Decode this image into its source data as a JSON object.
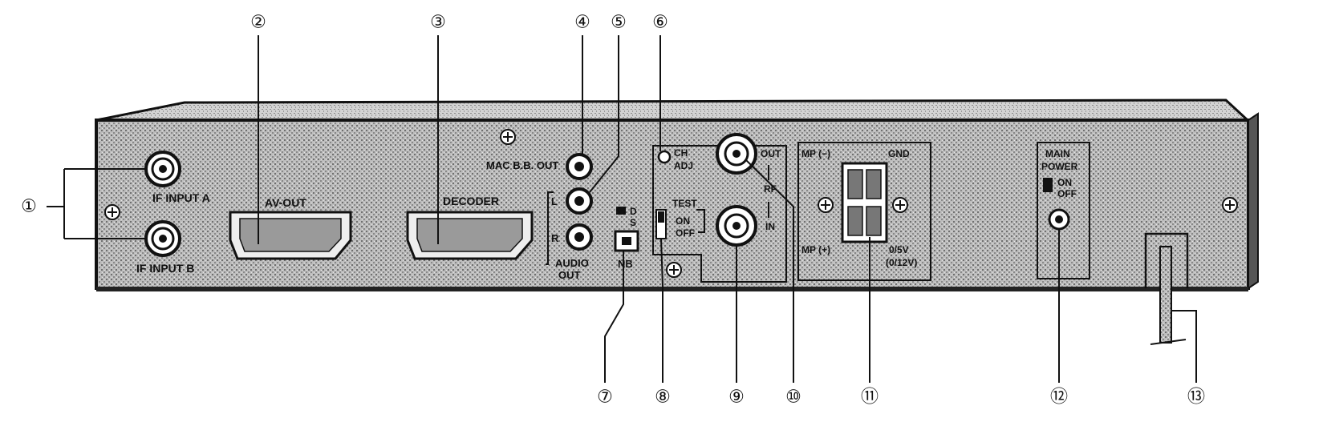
{
  "callouts": [
    "①",
    "②",
    "③",
    "④",
    "⑤",
    "⑥",
    "⑦",
    "⑧",
    "⑨",
    "⑩",
    "⑪",
    "⑫",
    "⑬"
  ],
  "labels": {
    "if_input_a": "IF INPUT A",
    "if_input_b": "IF INPUT B",
    "av_out": "AV-OUT",
    "decoder": "DECODER",
    "mac_bb_out": "MAC B.B. OUT",
    "audio_l": "L",
    "audio_r": "R",
    "audio_out_1": "AUDIO",
    "audio_out_2": "OUT",
    "ds_d": "D",
    "ds_s": "S",
    "nb": "NB",
    "ch_adj_1": "CH",
    "ch_adj_2": "ADJ",
    "test": "TEST",
    "test_on": "ON",
    "test_off": "OFF",
    "rf_out": "OUT",
    "rf": "RF",
    "rf_in": "IN",
    "mp_minus": "MP (−)",
    "gnd": "GND",
    "mp_plus": "MP (+)",
    "v_05": "0/5V",
    "v_012": "(0/12V)",
    "main_1": "MAIN",
    "main_2": "POWER",
    "power_on": "ON",
    "power_off": "OFF"
  }
}
